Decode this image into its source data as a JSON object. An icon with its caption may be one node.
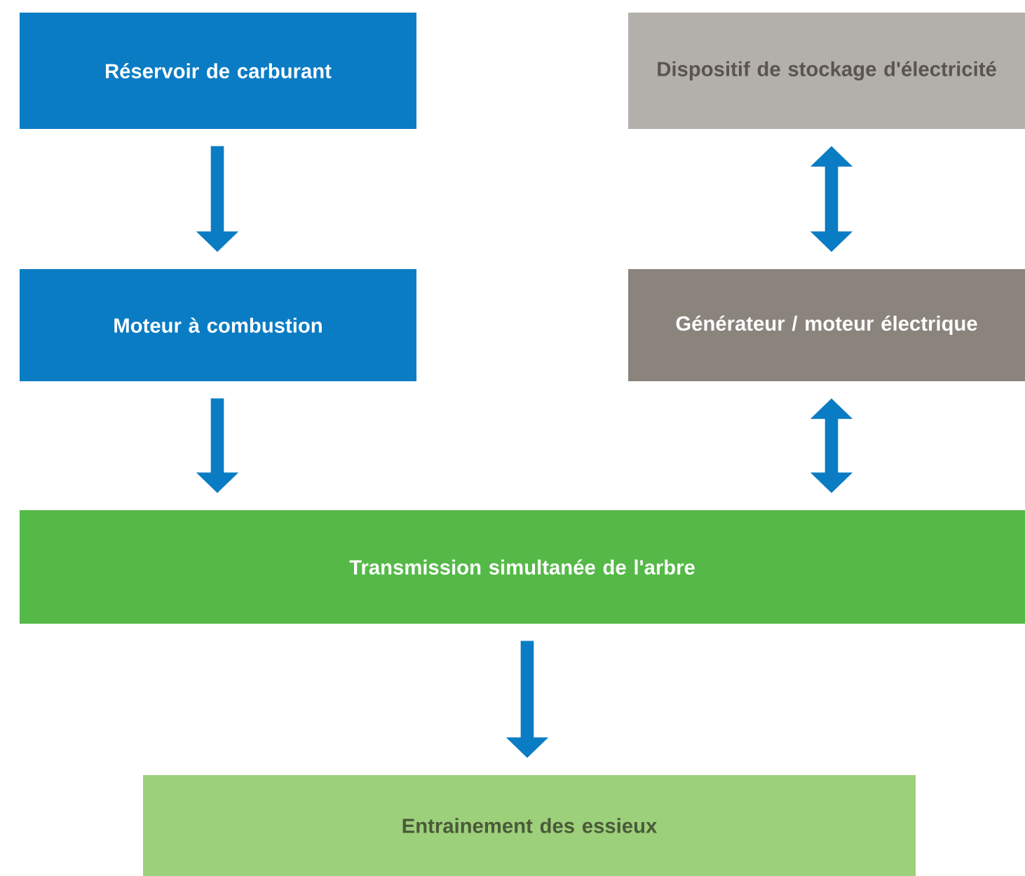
{
  "diagram": {
    "nodes": [
      {
        "text": [
          "Réservoir de carburant"
        ]
      },
      {
        "text": [
          "Dispositif de stockage d'électricité"
        ]
      },
      {
        "text": [
          "Moteur à combustion"
        ]
      },
      {
        "text": [
          "Générateur / moteur électrique"
        ]
      },
      {
        "text": [
          "Transmission simultanée de l'arbre"
        ]
      },
      {
        "text": [
          "Entrainement des essieux"
        ]
      }
    ],
    "edges": [
      {
        "from": 0,
        "to": 2,
        "arrow": "to"
      },
      {
        "from": 1,
        "to": 3,
        "arrow": "both"
      },
      {
        "from": 2,
        "to": 4,
        "arrow": "to"
      },
      {
        "from": 3,
        "to": 4,
        "arrow": "both"
      },
      {
        "from": 4,
        "to": 5,
        "arrow": "to"
      }
    ]
  }
}
